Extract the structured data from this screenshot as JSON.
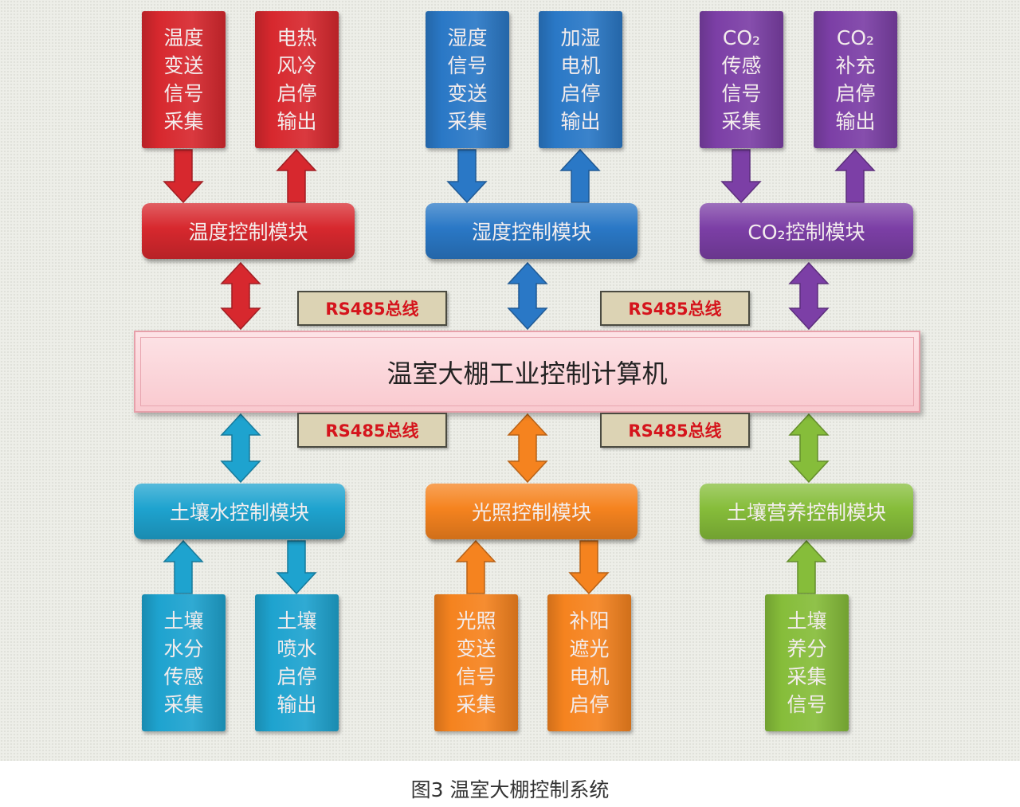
{
  "colors": {
    "red": "#d7282e",
    "blue": "#2a78c6",
    "purple": "#7c3fa6",
    "cyan": "#1ea3cf",
    "orange": "#f5831f",
    "green": "#86bd3a"
  },
  "top_groups": [
    {
      "module": "温度控制模块",
      "color": "red",
      "boxes": [
        {
          "lines": [
            "温度",
            "变送",
            "信号",
            "采集"
          ],
          "dir": "down"
        },
        {
          "lines": [
            "电热",
            "风冷",
            "启停",
            "输出"
          ],
          "dir": "up"
        }
      ]
    },
    {
      "module": "湿度控制模块",
      "color": "blue",
      "boxes": [
        {
          "lines": [
            "湿度",
            "信号",
            "变送",
            "采集"
          ],
          "dir": "down"
        },
        {
          "lines": [
            "加湿",
            "电机",
            "启停",
            "输出"
          ],
          "dir": "up"
        }
      ]
    },
    {
      "module": "CO₂控制模块",
      "color": "purple",
      "boxes": [
        {
          "lines": [
            "CO₂",
            "传感",
            "信号",
            "采集"
          ],
          "dir": "down"
        },
        {
          "lines": [
            "CO₂",
            "补充",
            "启停",
            "输出"
          ],
          "dir": "up"
        }
      ]
    }
  ],
  "bottom_groups": [
    {
      "module": "土壤水控制模块",
      "color": "cyan",
      "boxes": [
        {
          "lines": [
            "土壤",
            "水分",
            "传感",
            "采集"
          ],
          "dir": "up"
        },
        {
          "lines": [
            "土壤",
            "喷水",
            "启停",
            "输出"
          ],
          "dir": "down"
        }
      ]
    },
    {
      "module": "光照控制模块",
      "color": "orange",
      "boxes": [
        {
          "lines": [
            "光照",
            "变送",
            "信号",
            "采集"
          ],
          "dir": "up"
        },
        {
          "lines": [
            "补阳",
            "遮光",
            "电机",
            "启停"
          ],
          "dir": "down"
        }
      ]
    },
    {
      "module": "土壤营养控制模块",
      "color": "green",
      "boxes": [
        {
          "lines": [
            "土壤",
            "养分",
            "采集",
            "信号"
          ],
          "dir": "up"
        }
      ]
    }
  ],
  "bus_labels": [
    "RS485总线",
    "RS485总线",
    "RS485总线",
    "RS485总线"
  ],
  "center_title": "温室大棚工业控制计算机",
  "caption": "图3 温室大棚控制系统"
}
